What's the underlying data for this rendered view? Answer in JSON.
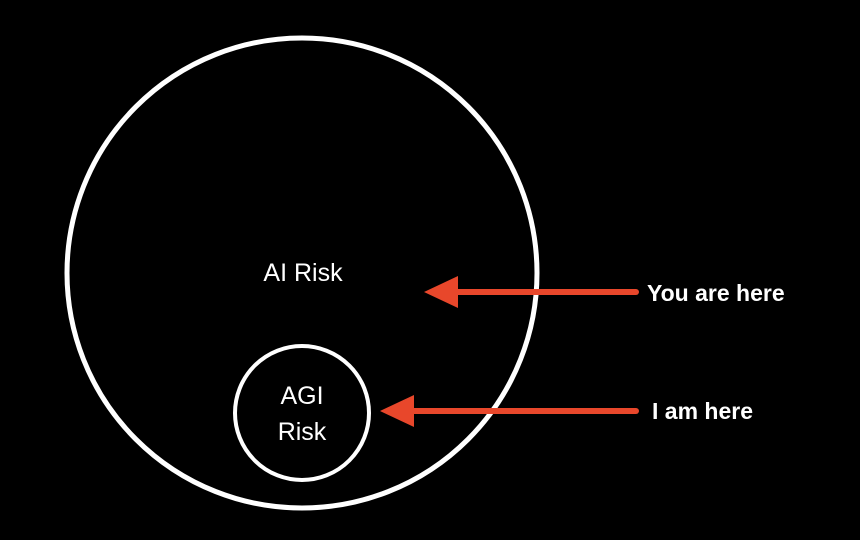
{
  "diagram": {
    "outer_circle": {
      "label": "AI Risk"
    },
    "inner_circle": {
      "label_line1": "AGI",
      "label_line2": "Risk"
    },
    "pointers": {
      "you": {
        "label": "You are here"
      },
      "me": {
        "label": "I am here"
      }
    }
  },
  "colors": {
    "background": "#000000",
    "circle_stroke": "#ffffff",
    "arrow": "#e8472b",
    "text": "#ffffff"
  }
}
